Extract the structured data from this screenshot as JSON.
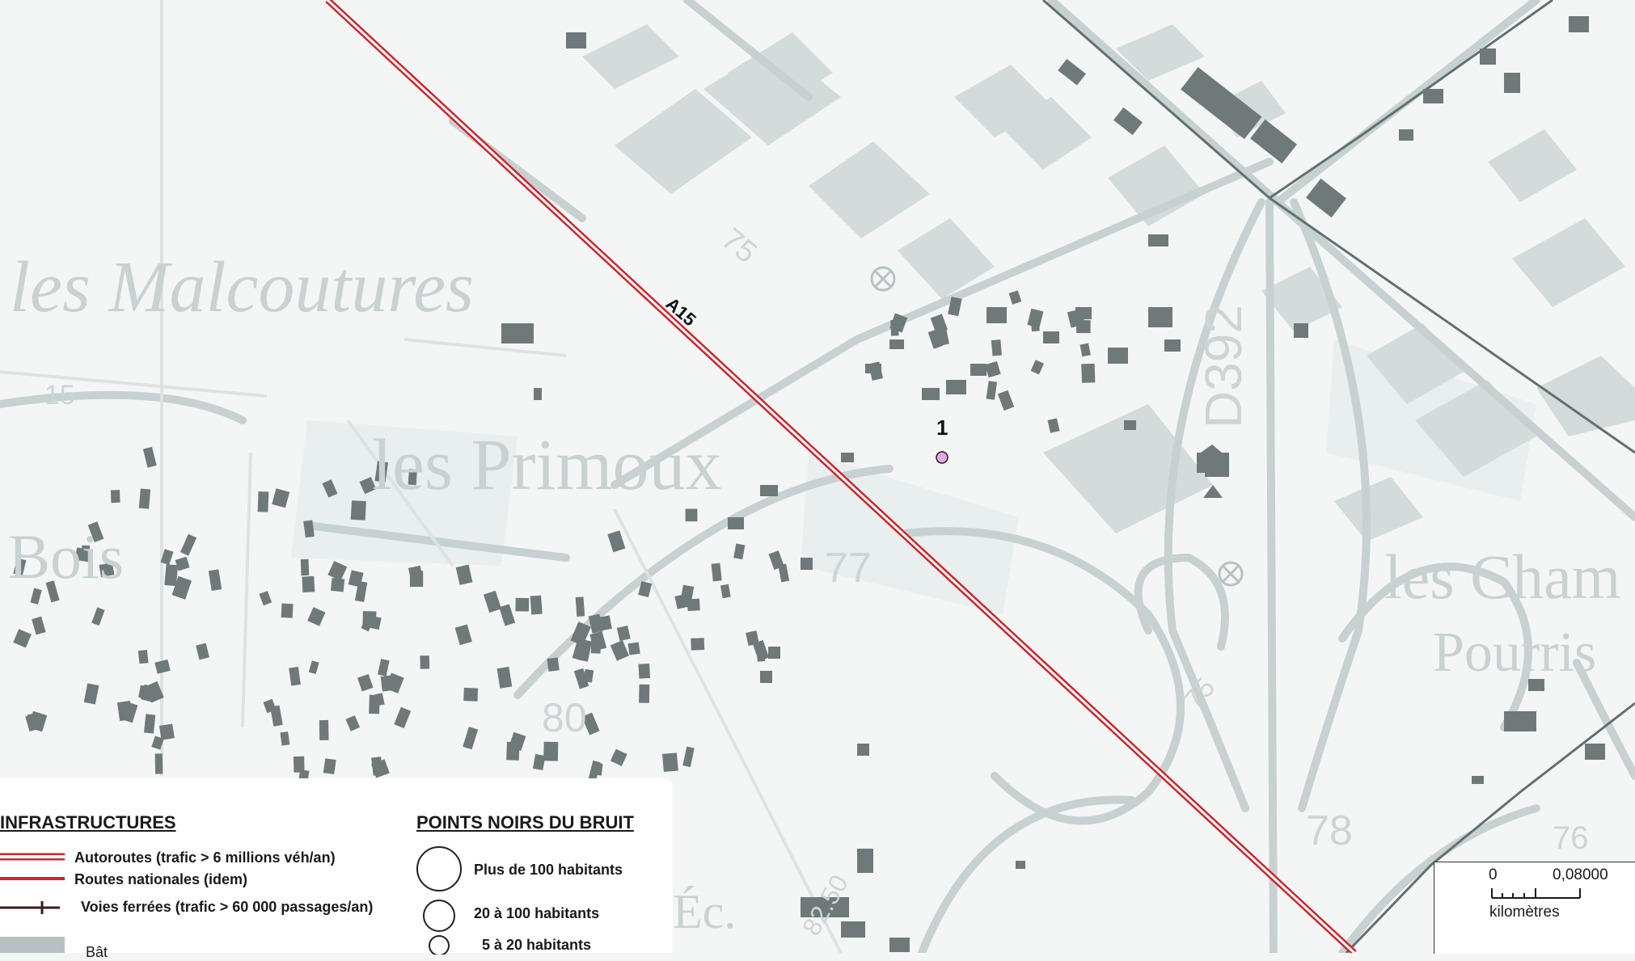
{
  "map": {
    "places": [
      "les Malcoutures",
      "les Primoux",
      "Bois",
      "les Cham",
      "Pourris",
      "Éc."
    ],
    "contour_labels": [
      "75",
      "77",
      "78",
      "75",
      "76",
      "80",
      "82.50",
      "15"
    ],
    "road_labels": {
      "motorway": "A15",
      "departmental": "D392"
    },
    "noise_point": {
      "label": "1",
      "color": "#e9a6e6"
    },
    "colors": {
      "background": "#f4f6f6",
      "building_dark": "#6f7979",
      "building_light": "#d3dbdb",
      "road": "#c8d1d1",
      "motorway": "#d3232a",
      "rail": "#627070"
    }
  },
  "legend": {
    "infra_title": "INFRASTRUCTURES",
    "infra_items": [
      {
        "icon": "motorway-symbol",
        "label": "Autoroutes (trafic > 6 millions véh/an)"
      },
      {
        "icon": "national-road-symbol",
        "label": "Routes nationales (idem)"
      },
      {
        "icon": "railway-symbol",
        "label": "Voies ferrées (trafic > 60 000 passages/an)"
      },
      {
        "icon": "building-symbol",
        "label": "Bât"
      }
    ],
    "noise_title": "POINTS NOIRS DU BRUIT",
    "noise_items": [
      {
        "icon": "circle-large",
        "label": "Plus de 100 habitants"
      },
      {
        "icon": "circle-medium",
        "label": "20 à 100 habitants"
      },
      {
        "icon": "circle-small",
        "label": "5 à 20 habitants"
      }
    ]
  },
  "scale": {
    "start": "0",
    "end": "0,08000",
    "unit": "kilomètres"
  }
}
